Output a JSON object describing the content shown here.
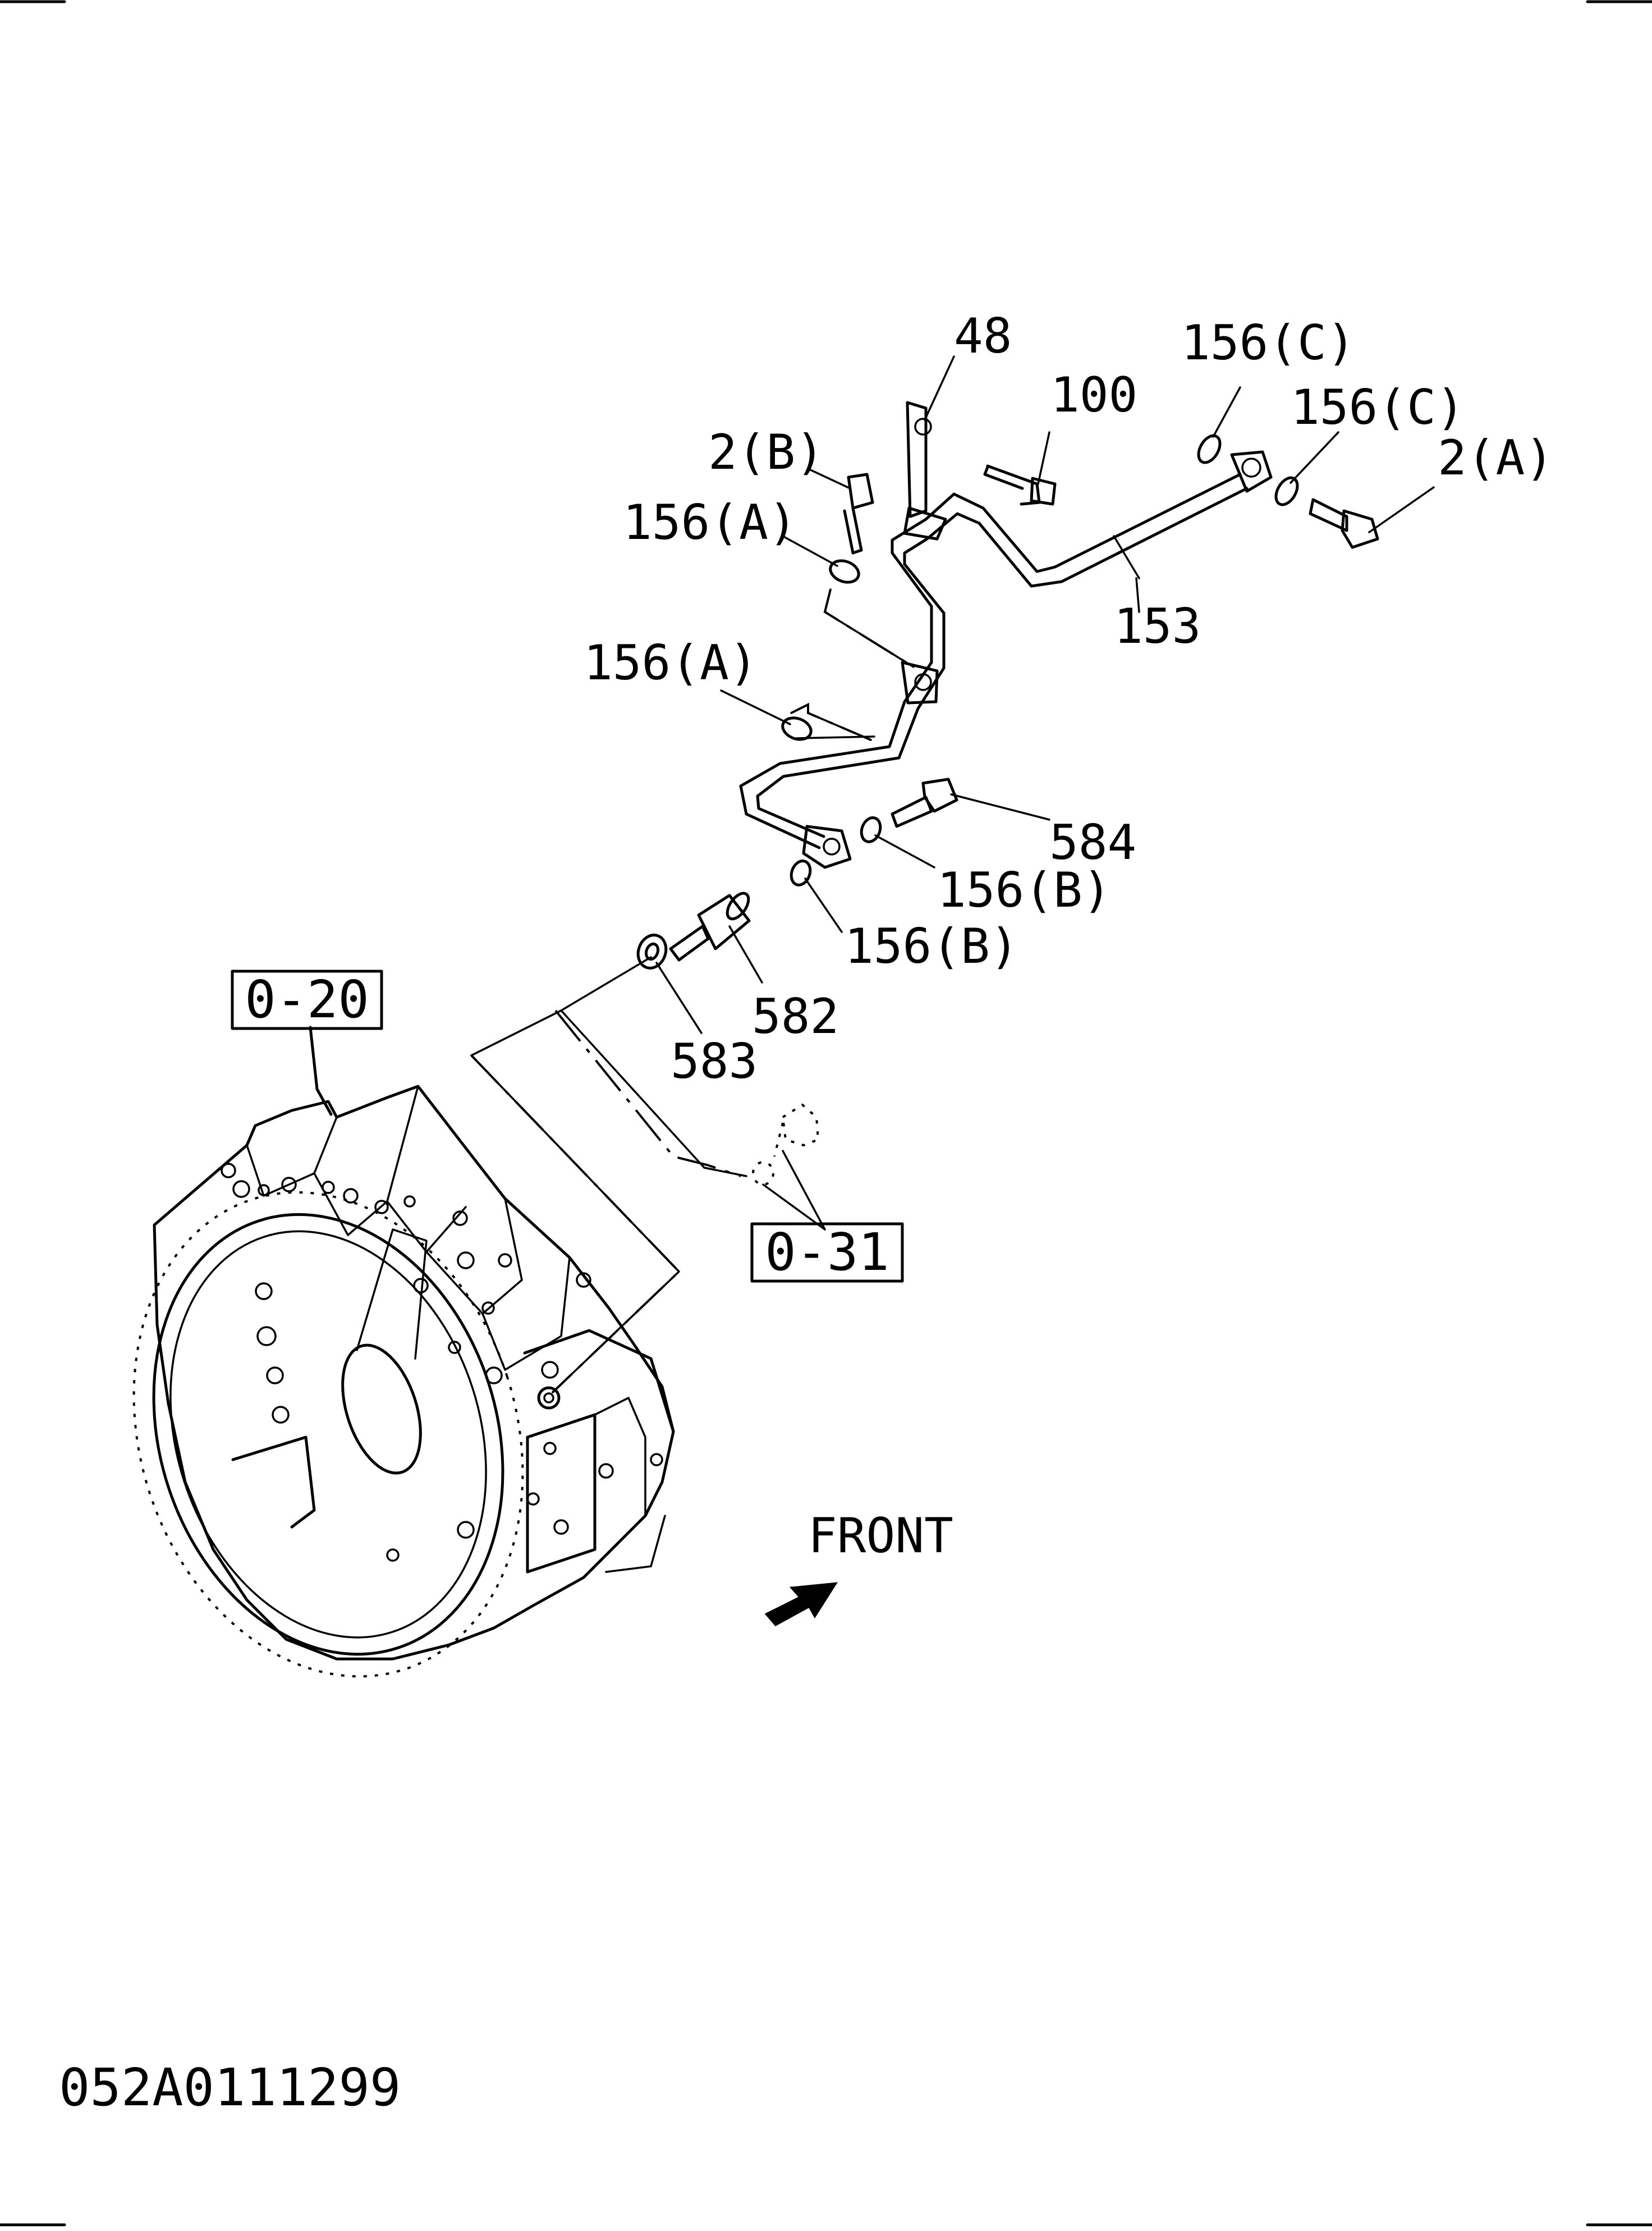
{
  "drawing_number": "052A0111299",
  "direction_label": "FRONT",
  "references": {
    "main_housing": "0-20",
    "plug_set": "0-31"
  },
  "part_labels": {
    "p48": "48",
    "p100": "100",
    "p156c_top": "156(C)",
    "p156c_right": "156(C)",
    "p2a": "2(A)",
    "p2b": "2(B)",
    "p156a_upper": "156(A)",
    "p153": "153",
    "p156a_lower": "156(A)",
    "p584": "584",
    "p156b_upper": "156(B)",
    "p156b_lower": "156(B)",
    "p582": "582",
    "p583": "583"
  },
  "icons": [
    "front-arrow-icon"
  ]
}
